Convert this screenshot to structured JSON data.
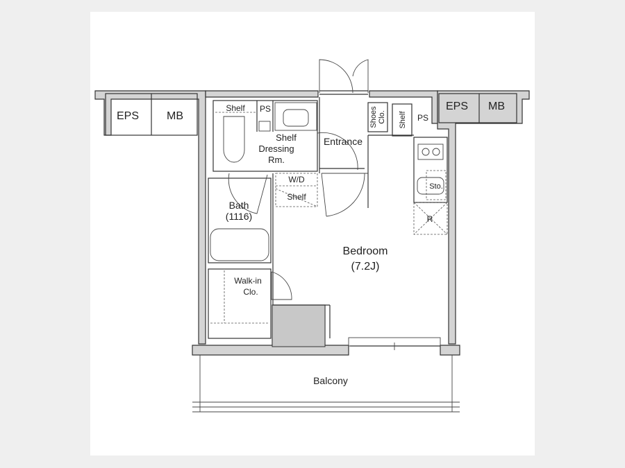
{
  "floor_plan": {
    "rooms": {
      "eps_left": "EPS",
      "mb_left": "MB",
      "eps_right": "EPS",
      "mb_right": "MB",
      "shelf_toilet": "Shelf",
      "ps_left": "PS",
      "shelf_dressing": "Shelf",
      "dressing_line1": "Dressing",
      "dressing_line2": "Rm.",
      "entrance": "Entrance",
      "shoes_line1": "Shoes",
      "shoes_line2": "Clo.",
      "shelf_entrance": "Shelf",
      "ps_right": "PS",
      "wd": "W/D",
      "shelf_wd": "Shelf",
      "bath": "Bath",
      "bath_size": "(1116)",
      "sto": "Sto.",
      "refrigerator": "R",
      "bedroom": "Bedroom",
      "bedroom_size": "(7.2J)",
      "walkin_line1": "Walk-in",
      "walkin_line2": "Clo.",
      "balcony": "Balcony"
    }
  }
}
